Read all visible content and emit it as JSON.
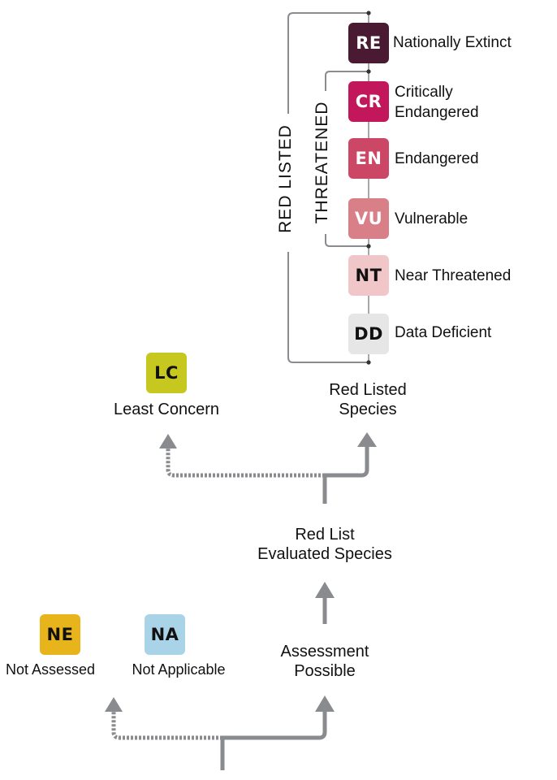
{
  "categories": [
    {
      "code": "RE",
      "label_lines": [
        "Nationally Extinct"
      ],
      "color": "#4a1a33",
      "text_color": "#ffffff"
    },
    {
      "code": "CR",
      "label_lines": [
        "Critically",
        "Endangered"
      ],
      "color": "#c2185b",
      "text_color": "#ffffff"
    },
    {
      "code": "EN",
      "label_lines": [
        "Endangered"
      ],
      "color": "#cc4766",
      "text_color": "#ffffff"
    },
    {
      "code": "VU",
      "label_lines": [
        "Vulnerable"
      ],
      "color": "#d97f88",
      "text_color": "#ffffff"
    },
    {
      "code": "NT",
      "label_lines": [
        "Near Threatened"
      ],
      "color": "#f1c6c8",
      "text_color": "#111111"
    },
    {
      "code": "DD",
      "label_lines": [
        "Data Deficient"
      ],
      "color": "#e6e6e6",
      "text_color": "#111111"
    }
  ],
  "groups": {
    "red_listed": "RED LISTED",
    "threatened": "THREATENED"
  },
  "lc": {
    "code": "LC",
    "label": "Least Concern",
    "color": "#c6c820",
    "text_color": "#111111"
  },
  "ne": {
    "code": "NE",
    "label": "Not Assessed",
    "color": "#e8b41c",
    "text_color": "#111111"
  },
  "na": {
    "code": "NA",
    "label": "Not Applicable",
    "color": "#a9d3e6",
    "text_color": "#111111"
  },
  "nodes": {
    "red_listed_species": [
      "Red Listed",
      "Species"
    ],
    "evaluated_species": [
      "Red List",
      "Evaluated Species"
    ],
    "assessment_possible": [
      "Assessment",
      "Possible"
    ]
  },
  "colors": {
    "arrow": "#8a8b8f",
    "bracket": "#8a8b8f",
    "connector": "#333333"
  }
}
